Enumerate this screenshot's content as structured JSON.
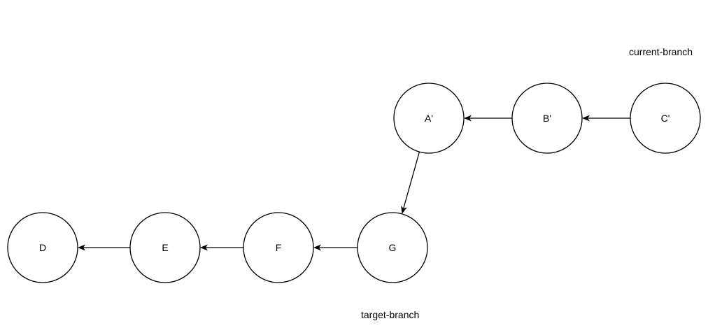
{
  "diagram": {
    "nodes": {
      "a_prime": "A'",
      "b_prime": "B'",
      "c_prime": "C'",
      "d": "D",
      "e": "E",
      "f": "F",
      "g": "G"
    },
    "edges": [
      {
        "from": "c_prime",
        "to": "b_prime"
      },
      {
        "from": "b_prime",
        "to": "a_prime"
      },
      {
        "from": "a_prime",
        "to": "g"
      },
      {
        "from": "g",
        "to": "f"
      },
      {
        "from": "f",
        "to": "e"
      },
      {
        "from": "e",
        "to": "d"
      }
    ],
    "labels": {
      "current_branch": "current-branch",
      "target_branch": "target-branch"
    }
  }
}
